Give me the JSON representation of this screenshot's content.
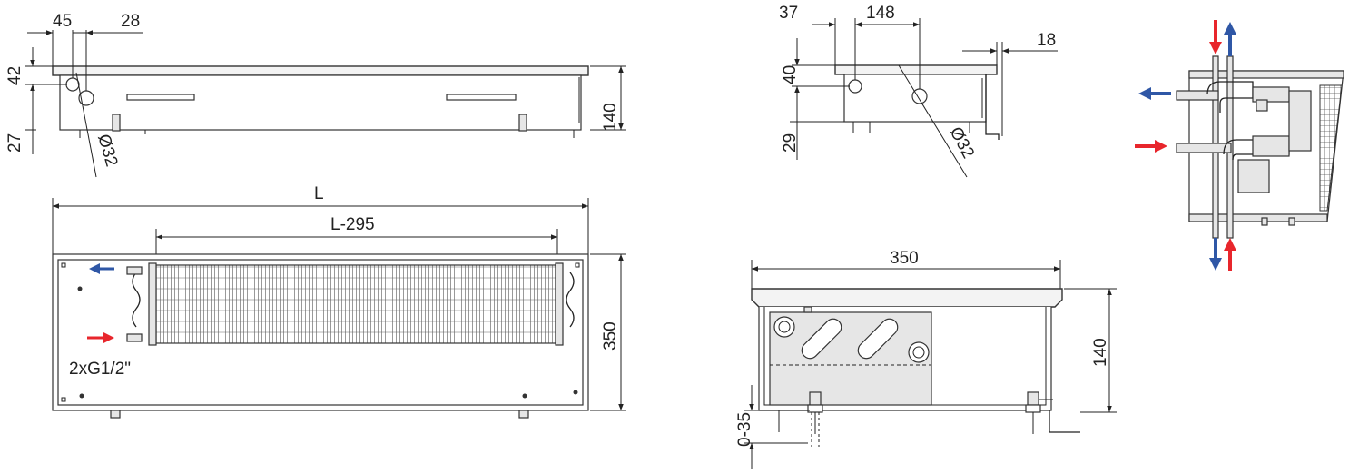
{
  "colors": {
    "supply_arrow": "#e8262c",
    "return_arrow": "#2f57a6",
    "line": "#222222"
  },
  "side_view_long": {
    "dim_45": "45",
    "dim_28": "28",
    "dim_42": "42",
    "dim_27": "27",
    "dim_140": "140",
    "dim_d32": "Ø32"
  },
  "plan_view": {
    "dim_L": "L",
    "dim_L295": "L-295",
    "dim_350": "350",
    "connection_label": "2xG1/2\""
  },
  "end_view_small": {
    "dim_37": "37",
    "dim_148": "148",
    "dim_18": "18",
    "dim_40": "40",
    "dim_29": "29",
    "dim_d32": "Ø32"
  },
  "section_view": {
    "dim_350": "350",
    "dim_140": "140",
    "dim_0_35": "0-35"
  },
  "connection_detail": {
    "icons": [
      "arrow-left-icon",
      "arrow-right-icon",
      "arrow-up-icon",
      "arrow-down-icon"
    ]
  }
}
